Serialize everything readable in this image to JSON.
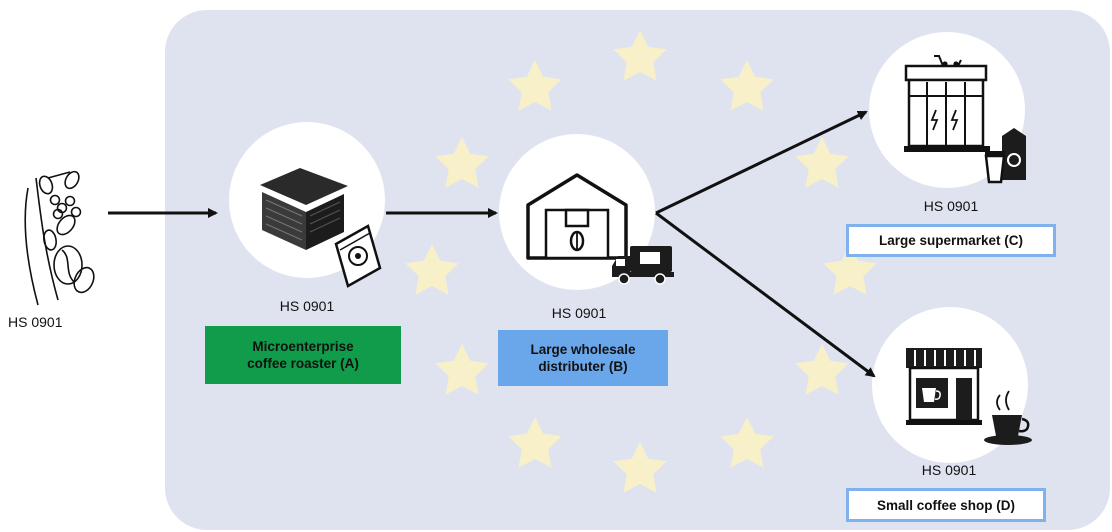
{
  "hs_code": "HS 0901",
  "nodes": {
    "origin": {
      "hs": "HS 0901",
      "icon": "coffee-plant-icon"
    },
    "roaster": {
      "hs": "HS 0901",
      "label_line1": "Microenterprise",
      "label_line2": "coffee roaster (A)",
      "icon": "roastery-building-icon",
      "color": "#109c4a"
    },
    "wholesaler": {
      "hs": "HS 0901",
      "label_line1": "Large wholesale",
      "label_line2": "distributer (B)",
      "icon": "warehouse-icon",
      "color": "#6aa6ea"
    },
    "supermarket": {
      "hs": "HS 0901",
      "label": "Large supermarket (C)",
      "icon": "supermarket-icon"
    },
    "coffee_shop": {
      "hs": "HS 0901",
      "label": "Small coffee shop (D)",
      "icon": "coffee-shop-icon"
    }
  },
  "colors": {
    "eu_background": "#dfe3f0",
    "stars": "#f8f0c8",
    "label_border": "#7fb2ec"
  }
}
